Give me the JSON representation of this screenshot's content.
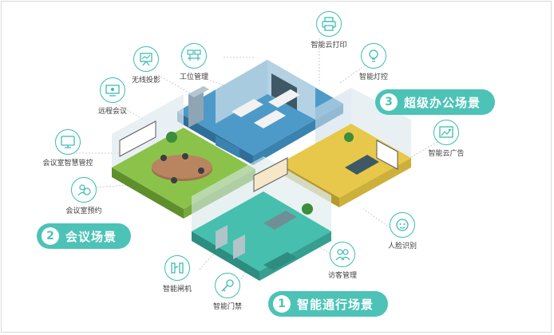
{
  "zones": [
    {
      "number": "1",
      "title": "智能通行场景"
    },
    {
      "number": "2",
      "title": "会议场景"
    },
    {
      "number": "3",
      "title": "超级办公场景"
    }
  ],
  "features": [
    {
      "label": "智能云打印",
      "icon": "printer-icon"
    },
    {
      "label": "智能灯控",
      "icon": "light-bulb-icon"
    },
    {
      "label": "工位管理",
      "icon": "workstation-icon"
    },
    {
      "label": "无线投影",
      "icon": "projector-icon"
    },
    {
      "label": "远程会议",
      "icon": "video-conference-icon"
    },
    {
      "label": "会议室智慧管控",
      "icon": "monitor-control-icon"
    },
    {
      "label": "会议室预约",
      "icon": "booking-icon"
    },
    {
      "label": "智能云广告",
      "icon": "ad-screen-icon"
    },
    {
      "label": "人脸识别",
      "icon": "face-recognition-icon"
    },
    {
      "label": "访客管理",
      "icon": "visitors-icon"
    },
    {
      "label": "智能闸机",
      "icon": "turnstile-icon"
    },
    {
      "label": "智能门禁",
      "icon": "key-access-icon"
    }
  ],
  "colors": {
    "accent": "#4cc3b6",
    "icon_stroke": "#3bbdb0",
    "blue_floor": "#4d9ac9",
    "green_floor": "#8bc34a",
    "yellow_floor": "#e8c84a",
    "teal_floor": "#47bfae"
  }
}
